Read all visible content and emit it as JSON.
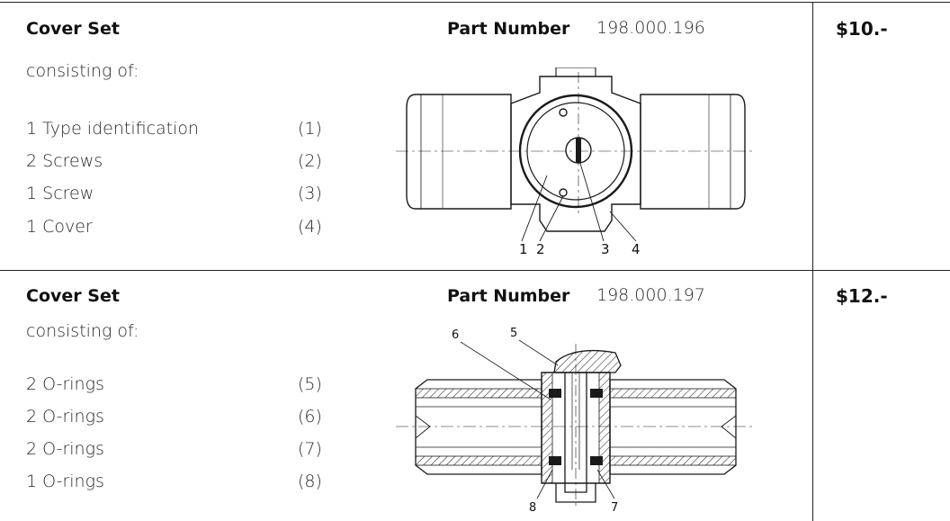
{
  "sets": [
    {
      "title": "Cover Set",
      "part_label": "Part Number",
      "part_number": "198.000.196",
      "price": "$10.-",
      "consisting": "consisting of:",
      "items": [
        {
          "desc": "1 Type identification",
          "ref": "(1)"
        },
        {
          "desc": "2 Screws",
          "ref": "(2)"
        },
        {
          "desc": "1 Screw",
          "ref": "(3)"
        },
        {
          "desc": "1 Cover",
          "ref": "(4)"
        }
      ],
      "callouts": [
        "1",
        "2",
        "3",
        "4"
      ]
    },
    {
      "title": "Cover Set",
      "part_label": "Part Number",
      "part_number": "198.000.197",
      "price": "$12.-",
      "consisting": "consisting of:",
      "items": [
        {
          "desc": "2 O-rings",
          "ref": "(5)"
        },
        {
          "desc": "2 O-rings",
          "ref": "(6)"
        },
        {
          "desc": "2 O-rings",
          "ref": "(7)"
        },
        {
          "desc": "1 O-rings",
          "ref": "(8)"
        }
      ],
      "callouts": [
        "6",
        "5",
        "8",
        "7"
      ]
    }
  ]
}
